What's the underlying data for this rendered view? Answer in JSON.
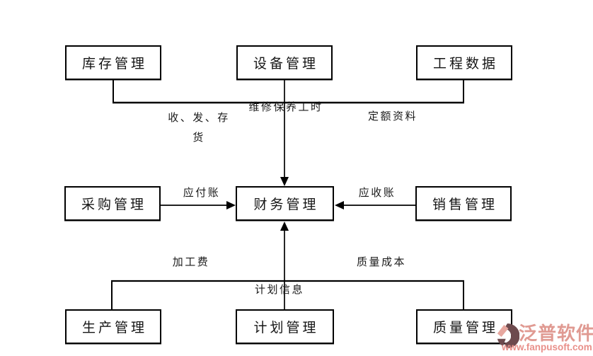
{
  "diagram": {
    "nodes": {
      "inventory": "库存管理",
      "equipment": "设备管理",
      "engineering_data": "工程数据",
      "procurement": "采购管理",
      "finance": "财务管理",
      "sales": "销售管理",
      "production": "生产管理",
      "planning": "计划管理",
      "quality": "质量管理"
    },
    "edge_labels": {
      "receive_issue_stock": "收、发、存\n货",
      "maintenance_hours": "维修保养工时",
      "quota_data": "定额资料",
      "accounts_payable": "应付账",
      "accounts_receivable": "应收账",
      "processing_fee": "加工费",
      "quality_cost": "质量成本",
      "plan_info": "计划信息"
    },
    "line_color": "#000000",
    "box_border_color": "#000000",
    "background_color": "#ffffff"
  },
  "watermark": {
    "brand": "泛普软件",
    "url": "www.fanpusoft.com",
    "brand_color": "#e09a92",
    "url_color": "#e9908a",
    "icon_dark_color": "#6d4a4e",
    "icon_light_color": "#e7a79f"
  }
}
